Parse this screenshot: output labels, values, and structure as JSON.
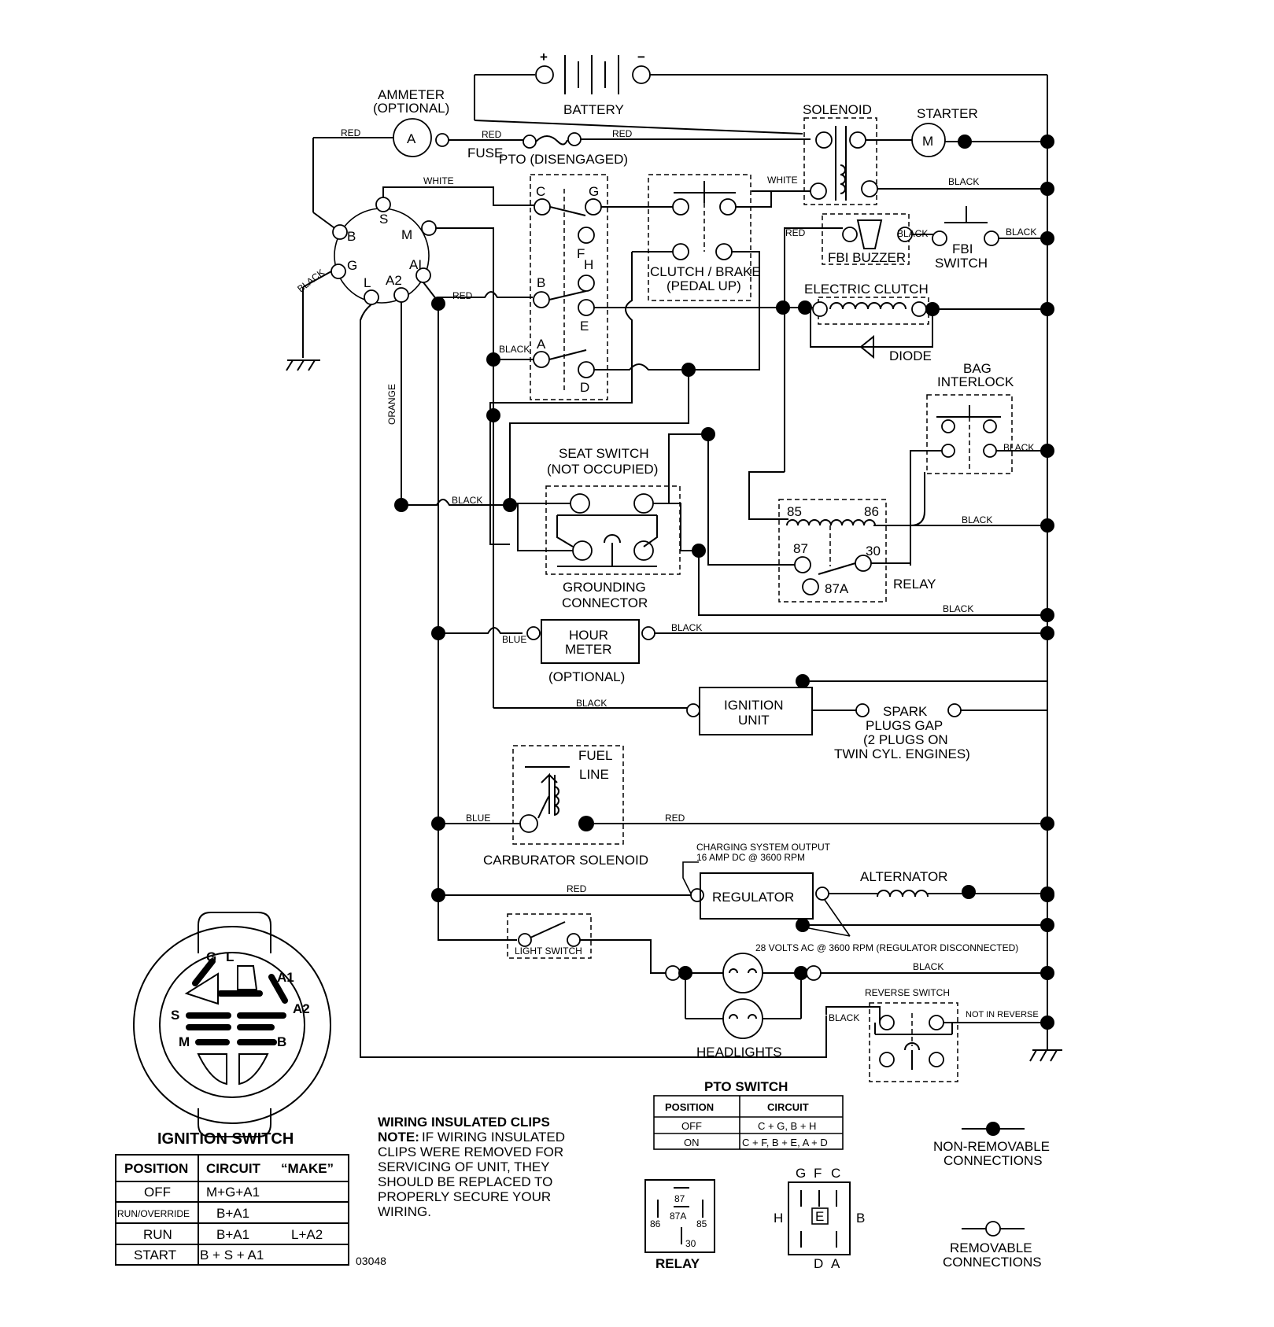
{
  "battery": {
    "label": "BATTERY",
    "plus": "+",
    "minus": "−"
  },
  "ammeter": {
    "title_line1": "AMMETER",
    "title_line2": "(OPTIONAL)",
    "symbol": "A"
  },
  "fuse": {
    "label": "FUSE"
  },
  "solenoid": {
    "label": "SOLENOID"
  },
  "starter": {
    "label": "STARTER",
    "symbol": "M"
  },
  "pto_switch_block": {
    "label": "PTO (DISENGAGED)",
    "terminals": [
      "C",
      "G",
      "F",
      "H",
      "B",
      "E",
      "A",
      "D"
    ]
  },
  "clutch_brake": {
    "line1": "CLUTCH / BRAKE",
    "line2": "(PEDAL UP)"
  },
  "fbi_buzzer": {
    "label": "FBI BUZZER"
  },
  "fbi_switch": {
    "line1": "FBI",
    "line2": "SWITCH"
  },
  "electric_clutch": {
    "label": "ELECTRIC CLUTCH"
  },
  "diode": {
    "label": "DIODE"
  },
  "bag_interlock": {
    "line1": "BAG",
    "line2": "INTERLOCK"
  },
  "ignition_terminals": [
    "S",
    "M",
    "B",
    "G",
    "AI",
    "L",
    "A2"
  ],
  "seat_switch": {
    "line1": "SEAT SWITCH",
    "line2": "(NOT OCCUPIED)"
  },
  "grounding_connector": {
    "line1": "GROUNDING",
    "line2": "CONNECTOR"
  },
  "relay": {
    "label": "RELAY",
    "pins": [
      "85",
      "86",
      "87",
      "30",
      "87A"
    ]
  },
  "hour_meter": {
    "line1": "HOUR",
    "line2": "METER",
    "note": "(OPTIONAL)"
  },
  "ignition_unit": {
    "line1": "IGNITION",
    "line2": "UNIT"
  },
  "spark_plugs": {
    "line1": "SPARK",
    "line2": "PLUGS GAP",
    "line3": "(2 PLUGS ON",
    "line4": "TWIN CYL. ENGINES)"
  },
  "fuel_line": {
    "line1": "FUEL",
    "line2": "LINE"
  },
  "carburator_solenoid": {
    "label": "CARBURATOR SOLENOID"
  },
  "charging_note": {
    "line1": "CHARGING SYSTEM OUTPUT",
    "line2": "16 AMP DC @ 3600 RPM"
  },
  "regulator": {
    "label": "REGULATOR"
  },
  "alternator": {
    "label": "ALTERNATOR"
  },
  "ac_note": "28 VOLTS AC @ 3600 RPM (REGULATOR DISCONNECTED)",
  "light_switch": {
    "label": "LIGHT SWITCH"
  },
  "headlights": {
    "label": "HEADLIGHTS"
  },
  "reverse_switch": {
    "label": "REVERSE SWITCH",
    "not_in_reverse": "NOT IN REVERSE"
  },
  "wire_colors": {
    "red": "RED",
    "white": "WHITE",
    "black": "BLACK",
    "orange": "ORANGE",
    "blue": "BLUE"
  },
  "ignition_switch_face": {
    "labels": [
      "G",
      "L",
      "A1",
      "A2",
      "S",
      "M",
      "B"
    ]
  },
  "ignition_table": {
    "title": "IGNITION SWITCH",
    "headers": [
      "POSITION",
      "CIRCUIT",
      "“MAKE”"
    ],
    "rows": [
      [
        "OFF",
        "M+G+A1",
        ""
      ],
      [
        "RUN/OVERRIDE",
        "B+A1",
        ""
      ],
      [
        "RUN",
        "B+A1",
        "L+A2"
      ],
      [
        "START",
        "B + S + A1",
        ""
      ]
    ]
  },
  "part_number": "03048",
  "wiring_clips": {
    "title": "WIRING INSULATED CLIPS",
    "note_label": "NOTE:",
    "lines": [
      "IF WIRING INSULATED",
      "CLIPS WERE REMOVED FOR",
      "SERVICING OF UNIT, THEY",
      "SHOULD BE REPLACED TO",
      "PROPERLY SECURE YOUR",
      "WIRING."
    ]
  },
  "pto_table": {
    "title": "PTO SWITCH",
    "headers": [
      "POSITION",
      "CIRCUIT"
    ],
    "rows": [
      [
        "OFF",
        "C + G, B + H"
      ],
      [
        "ON",
        "C + F, B + E, A + D"
      ]
    ]
  },
  "relay_pinout": {
    "label": "RELAY",
    "pins": [
      "87",
      "87A",
      "86",
      "85",
      "30"
    ]
  },
  "pto_pinout": {
    "top": [
      "G",
      "F",
      "C"
    ],
    "left": "H",
    "center": "E",
    "right": "B",
    "bottom": [
      "D",
      "A"
    ]
  },
  "legend": {
    "non_removable_line1": "NON-REMOVABLE",
    "non_removable_line2": "CONNECTIONS",
    "removable_line1": "REMOVABLE",
    "removable_line2": "CONNECTIONS"
  }
}
